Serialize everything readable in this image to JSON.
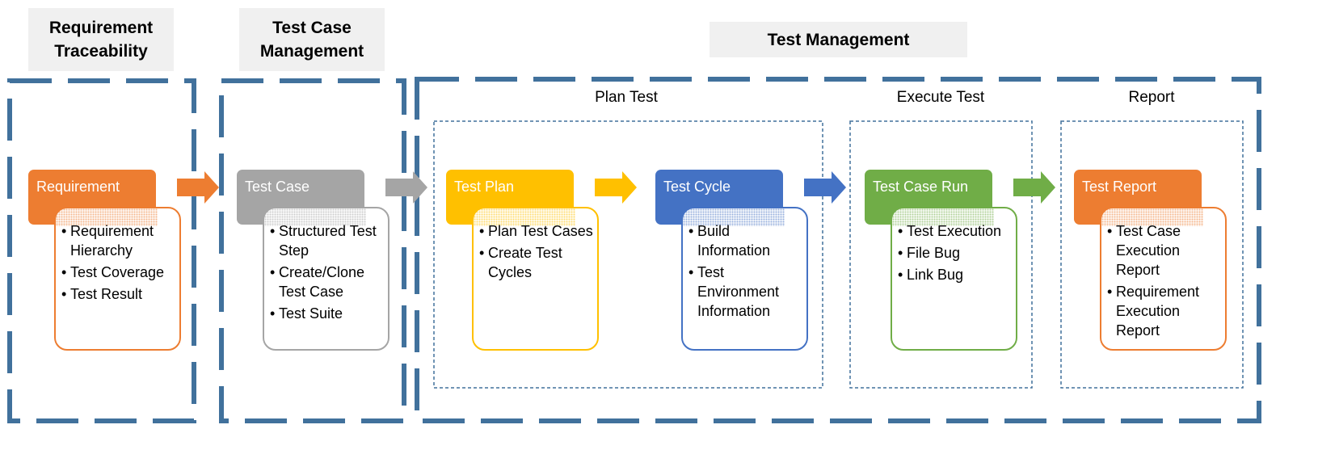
{
  "colors": {
    "dash": "#41719c",
    "requirement": "#ed7d31",
    "test_case": "#a5a5a5",
    "test_plan": "#ffc000",
    "test_cycle": "#4472c4",
    "test_case_run": "#70ad47",
    "test_report": "#ed7d31"
  },
  "headers": {
    "requirement_traceability": "Requirement Traceability",
    "test_case_management": "Test Case Management",
    "test_management": "Test Management"
  },
  "phases": {
    "plan_test": "Plan Test",
    "execute_test": "Execute Test",
    "report": "Report"
  },
  "cards": [
    {
      "title": "Requirement",
      "items": [
        "Requirement Hierarchy",
        "Test Coverage",
        "Test Result"
      ]
    },
    {
      "title": "Test Case",
      "items": [
        "Structured Test Step",
        "Create/Clone Test Case",
        "Test Suite"
      ]
    },
    {
      "title": "Test Plan",
      "items": [
        "Plan Test Cases",
        "Create Test Cycles"
      ]
    },
    {
      "title": "Test Cycle",
      "items": [
        "Build Information",
        "Test Environment Information"
      ]
    },
    {
      "title": "Test Case Run",
      "items": [
        "Test Execution",
        "File Bug",
        "Link Bug"
      ]
    },
    {
      "title": "Test Report",
      "items": [
        "Test Case Execution Report",
        "Requirement Execution Report"
      ]
    }
  ]
}
